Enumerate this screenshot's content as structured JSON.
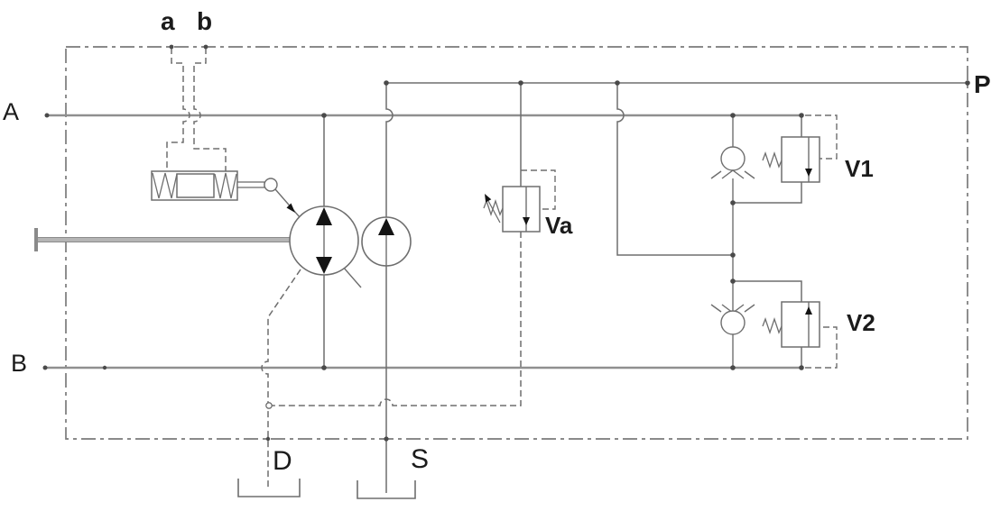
{
  "diagram": {
    "kind": "hydraulic-circuit-schematic",
    "description": "Closed-circuit variable displacement pump with servo control cylinder, charge pump, adjustable relief valve Va, cross-port relief valves V1 and V2 with check valves, inside a dash-dot enclosure boundary"
  },
  "labels": {
    "port_a": "a",
    "port_b": "b",
    "port_A": "A",
    "port_B": "B",
    "port_P": "P",
    "drain_D": "D",
    "suction_S": "S",
    "valve_Va": "Va",
    "valve_V1": "V1",
    "valve_V2": "V2"
  },
  "components": [
    "enclosure-boundary",
    "servo-control-cylinder",
    "pilot-lines-a-b",
    "variable-displacement-pump",
    "charge-pump",
    "drive-shaft",
    "adjustable-relief-valve-Va",
    "relief-valve-V1",
    "relief-valve-V2",
    "check-valve-upper",
    "check-valve-lower",
    "tank-drain-D",
    "tank-suction-S"
  ],
  "colors": {
    "background": "#ffffff",
    "line": "#6e6e6e",
    "port_line": "#8f8f8f",
    "boundary": "#7a7a7a",
    "text": "#1b1b1b",
    "shaft_fill": "#b5b5b5",
    "symbol_fill": "#141414"
  }
}
